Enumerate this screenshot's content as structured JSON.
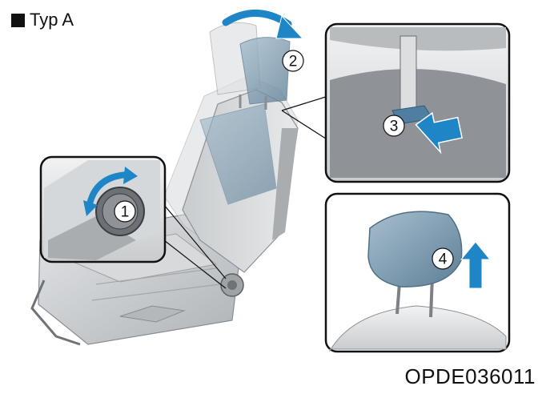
{
  "title": "Typ A",
  "code": "OPDE036011",
  "callouts": [
    "1",
    "2",
    "3",
    "4"
  ],
  "icons": {
    "title_marker": "black-square-icon",
    "rotate_knob": "curved-double-arrow-icon",
    "tilt_headrest": "curved-arrow-icon",
    "press_button": "arrow-icon",
    "lift_headrest": "up-arrow-icon"
  },
  "colors": {
    "accent": "#1e86c6",
    "seat_gray": "#c7c9cb",
    "headrest_blue": "#7d9db3",
    "panel_bg": "#e7e9eb"
  }
}
